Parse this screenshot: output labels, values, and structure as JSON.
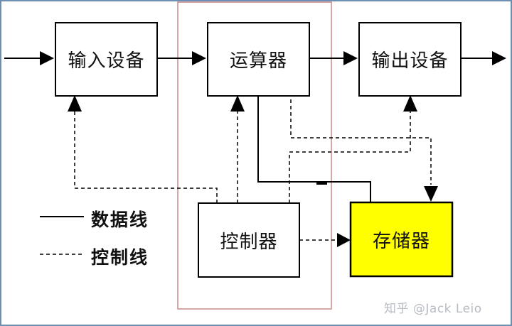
{
  "diagram": {
    "nodes": {
      "input": "输入设备",
      "alu": "运算器",
      "output": "输出设备",
      "controller": "控制器",
      "memory": "存储器"
    },
    "legend": {
      "data_line": "数据线",
      "control_line": "控制线"
    },
    "colors": {
      "memory_fill": "#ffff00",
      "frame_border": "#c98a8a",
      "outer_border": "#6d8fb3",
      "line": "#000000"
    }
  },
  "watermark": "知乎 @Jack Leio"
}
